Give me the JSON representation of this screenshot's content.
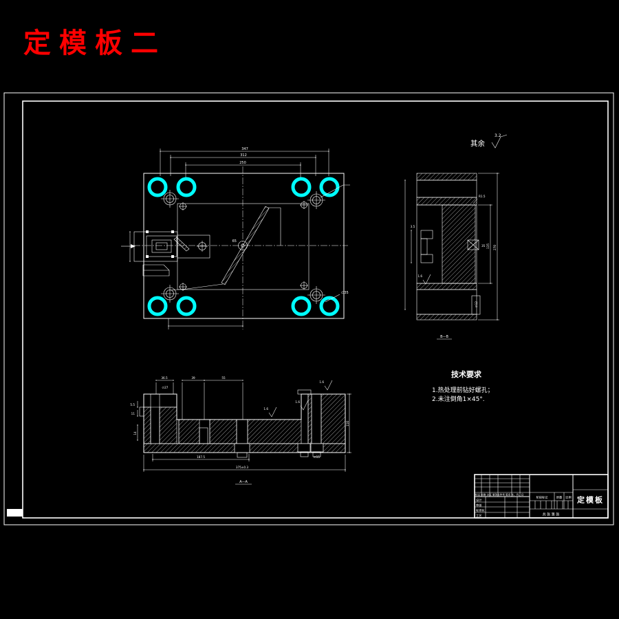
{
  "page_title": "定模板二",
  "colors": {
    "bg": "#000000",
    "line": "#ffffff",
    "accent_red": "#ff0000",
    "hole_cyan": "#00ffff"
  },
  "roughness_note": {
    "label": "其余",
    "value": "3.2"
  },
  "tech_req": {
    "title": "技术要求",
    "items": [
      "1.热处理前钻好螺孔；",
      "2.未注倒角1×45°."
    ]
  },
  "section_labels": {
    "bottom": "A—A",
    "side": "B—B"
  },
  "dims": {
    "tv_w1": "347",
    "tv_w2": "312",
    "tv_w3": "250",
    "tv_center": "65",
    "tv_hole": "∅35",
    "sv_s1": "3.5",
    "sv_r": "R1.5",
    "sv_35": "35",
    "sv_d1": "∅12",
    "sv_h2": "135",
    "sv_h1": "270",
    "sv_rough": "1.6",
    "bv_d1": "36.5",
    "bv_d2": "39",
    "bv_d3": "55",
    "bv_d27": "∅27",
    "bv_55": "5.5",
    "bv_11": "11",
    "bv_14": "14",
    "bv_b1": "187.5",
    "bv_b2": "375±0.3",
    "bv_right": "110",
    "bv_d15": "∅15",
    "bv_r1": "1.6",
    "bv_r2": "1.6",
    "bv_r3": "1.6"
  },
  "title_block": {
    "part_name": "定模板",
    "header_row": "标记 处数 分区 更改文件号 签名 年、月、日",
    "row1": "设计",
    "row2": "审核",
    "row3": "标准化",
    "row4": "工艺",
    "stage_label": "阶段标记",
    "mass_label": "质量",
    "scale_label": "比例",
    "sheet_label": "共 张 第 张"
  }
}
